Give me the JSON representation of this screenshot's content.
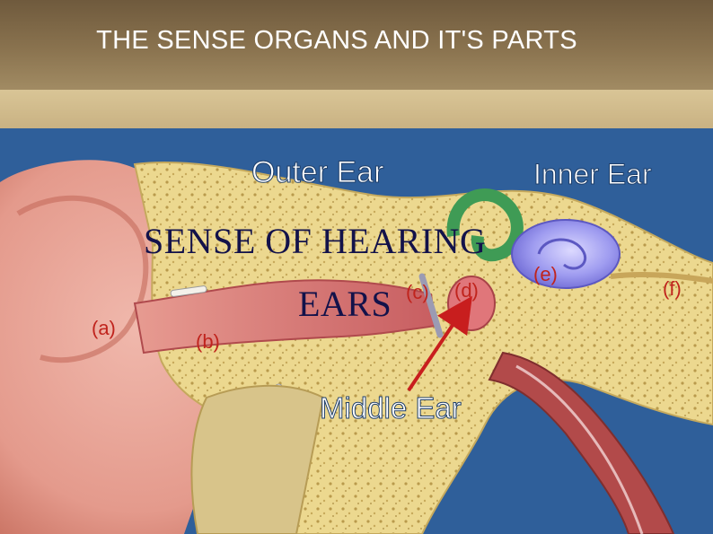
{
  "slide": {
    "title": "THE SENSE ORGANS AND IT'S PARTS",
    "heading": "SENSE OF HEARING",
    "subheading": "EARS"
  },
  "diagram": {
    "region_labels": {
      "outer": "Outer Ear",
      "inner": "Inner Ear",
      "middle": "Middle Ear"
    },
    "part_labels": {
      "a": "(a)",
      "b": "(b)",
      "c": "(c)",
      "d": "(d)",
      "e": "(e)",
      "f": "(f)"
    },
    "colors": {
      "background": "#2f5f9a",
      "bone": "#e9d48a",
      "skin": "#e7a39a",
      "canal": "#d7706f",
      "cochlea": "#8f8ce8",
      "canals": "#3f9b55",
      "arrow": "#c81e1e",
      "label_red": "#c0241d"
    }
  }
}
